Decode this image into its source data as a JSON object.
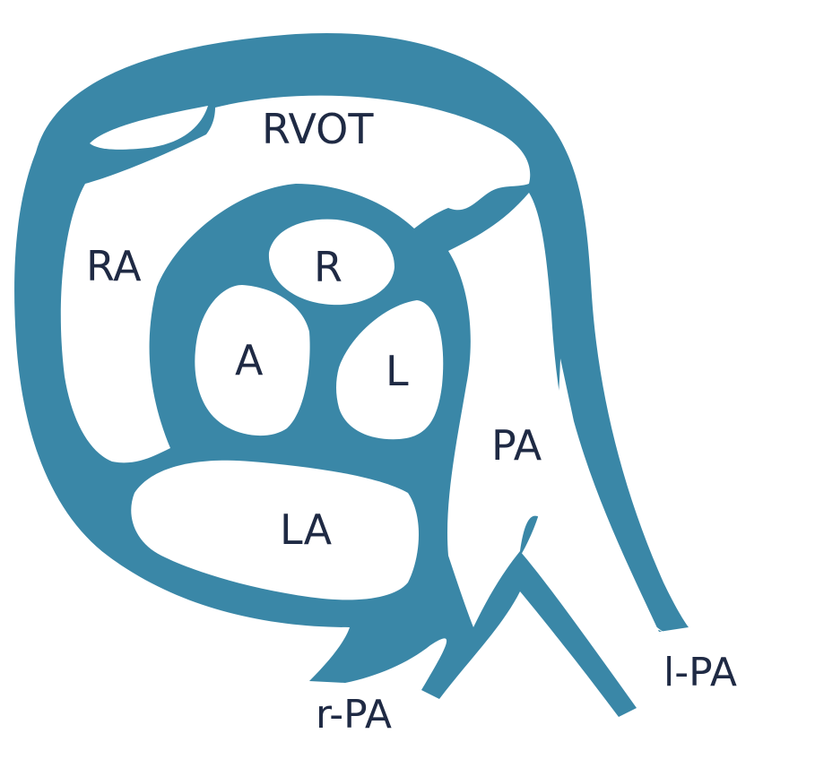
{
  "colors": {
    "vessel": "#3a87a7",
    "label": "#1f2a44",
    "background": "#ffffff"
  },
  "labels": {
    "rvot": "RVOT",
    "ra": "RA",
    "r": "R",
    "a": "A",
    "l": "L",
    "pa": "PA",
    "la": "LA",
    "r_pa": "r-PA",
    "l_pa": "l-PA"
  }
}
